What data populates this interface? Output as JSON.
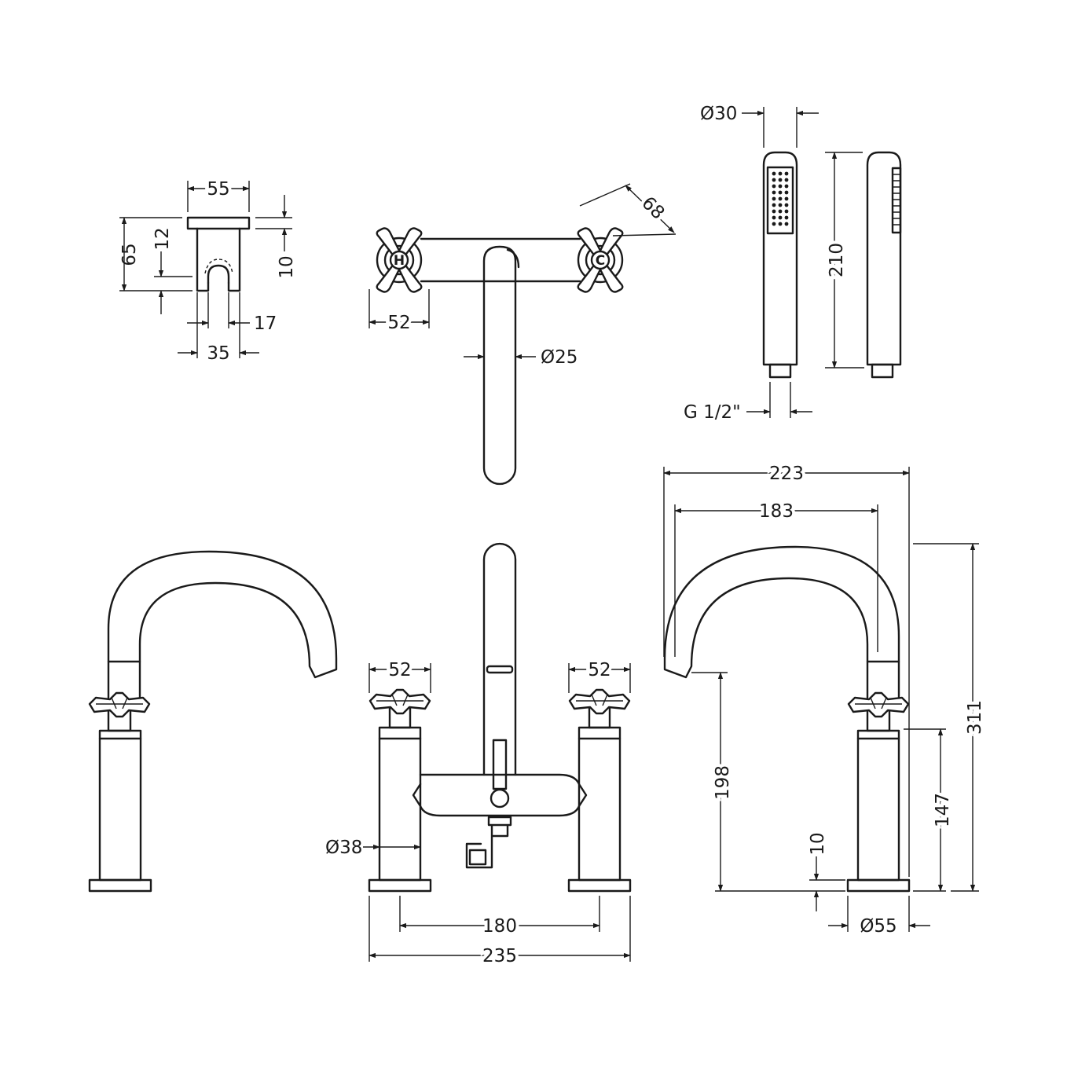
{
  "dimensions": {
    "holder_width": "55",
    "holder_height": "65",
    "holder_slot": "12",
    "holder_plate": "10",
    "holder_gap": "17",
    "holder_base": "35",
    "handle_span": "68",
    "handle_width": "52",
    "spout_dia": "Ø25",
    "shower_dia": "Ø30",
    "shower_length": "210",
    "shower_thread": "G 1/2\"",
    "bridge_handle_left": "52",
    "bridge_handle_right": "52",
    "bridge_body_dia": "Ø38",
    "bridge_centres": "180",
    "bridge_overall": "235",
    "side_overall_reach": "223",
    "side_reach": "183",
    "side_spout_height": "198",
    "side_handle_height": "147",
    "side_total_height": "311",
    "side_base": "10",
    "side_base_dia": "Ø55"
  },
  "handle_marks": {
    "hot": "H",
    "cold": "C"
  }
}
